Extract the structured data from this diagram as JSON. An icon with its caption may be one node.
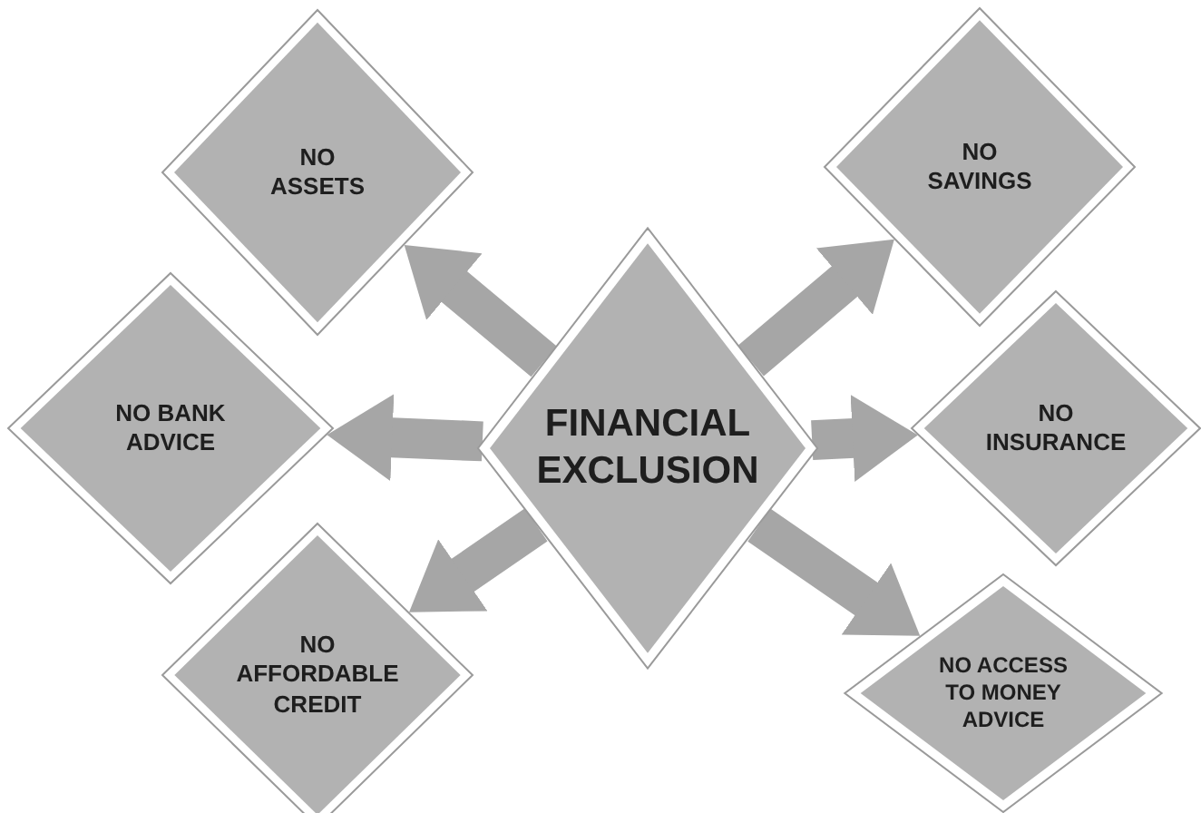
{
  "diagram": {
    "nodes": [
      {
        "text": [
          "FINANCIAL EXCLUSION"
        ]
      },
      {
        "text": [
          "NO ASSETS"
        ]
      },
      {
        "text": [
          "NO SAVINGS"
        ]
      },
      {
        "text": [
          "NO BANK ADVICE"
        ]
      },
      {
        "text": [
          "NO INSURANCE"
        ]
      },
      {
        "text": [
          "NO AFFORDABLE CREDIT"
        ]
      },
      {
        "text": [
          "NO ACCESS TO MONEY ADVICE"
        ]
      }
    ],
    "edges": [
      {
        "from": 0,
        "to": 1,
        "arrow": "to"
      },
      {
        "from": 0,
        "to": 2,
        "arrow": "to"
      },
      {
        "from": 0,
        "to": 3,
        "arrow": "to"
      },
      {
        "from": 0,
        "to": 4,
        "arrow": "to"
      },
      {
        "from": 0,
        "to": 5,
        "arrow": "to"
      },
      {
        "from": 0,
        "to": 6,
        "arrow": "to"
      }
    ]
  }
}
